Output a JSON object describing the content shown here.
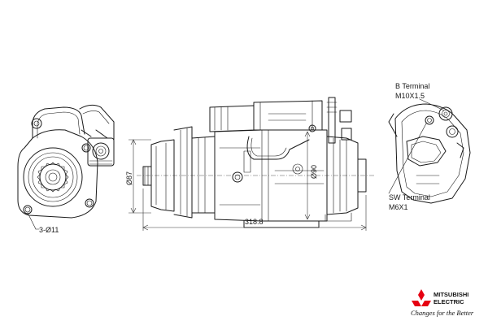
{
  "diagram": {
    "labels": {
      "mounting_holes": "3-Ø11",
      "flange_diameter": "Ø87",
      "body_diameter": "Ø90",
      "overall_length": "318.8",
      "b_terminal_title": "B Terminal",
      "b_terminal_spec": "M10X1.5",
      "sw_terminal_title": "SW Terminal",
      "sw_terminal_spec": "M6X1"
    }
  },
  "brand": {
    "name_line1": "MITSUBISHI",
    "name_line2": "ELECTRIC",
    "slogan": "Changes for the Better",
    "logo_color": "#e60012"
  },
  "colors": {
    "line": "#1a1a1a"
  }
}
